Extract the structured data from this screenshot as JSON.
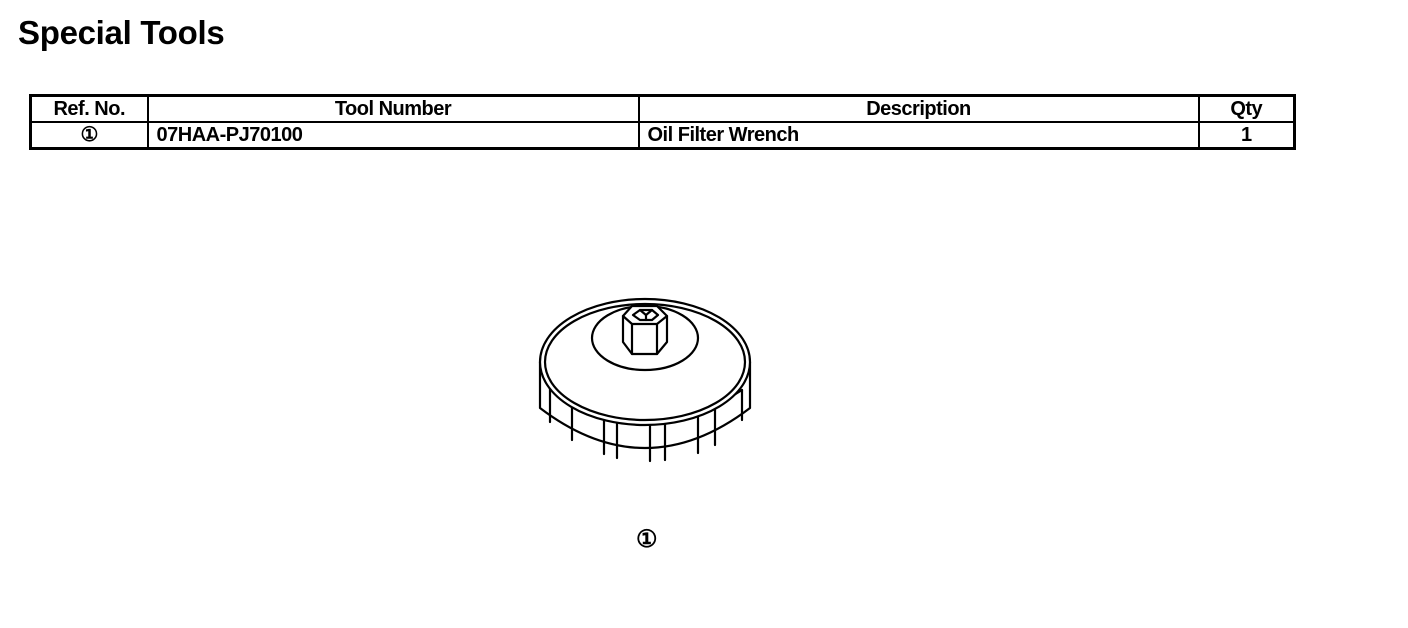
{
  "page": {
    "title": "Special Tools"
  },
  "table": {
    "headers": {
      "ref_no": "Ref. No.",
      "tool_number": "Tool Number",
      "description": "Description",
      "qty": "Qty"
    },
    "rows": [
      {
        "ref_no": "①",
        "tool_number": "07HAA-PJ70100",
        "description": "Oil Filter Wrench",
        "qty": "1"
      }
    ]
  },
  "illustration": {
    "icon": "oil-filter-wrench-icon",
    "callout": "①"
  }
}
